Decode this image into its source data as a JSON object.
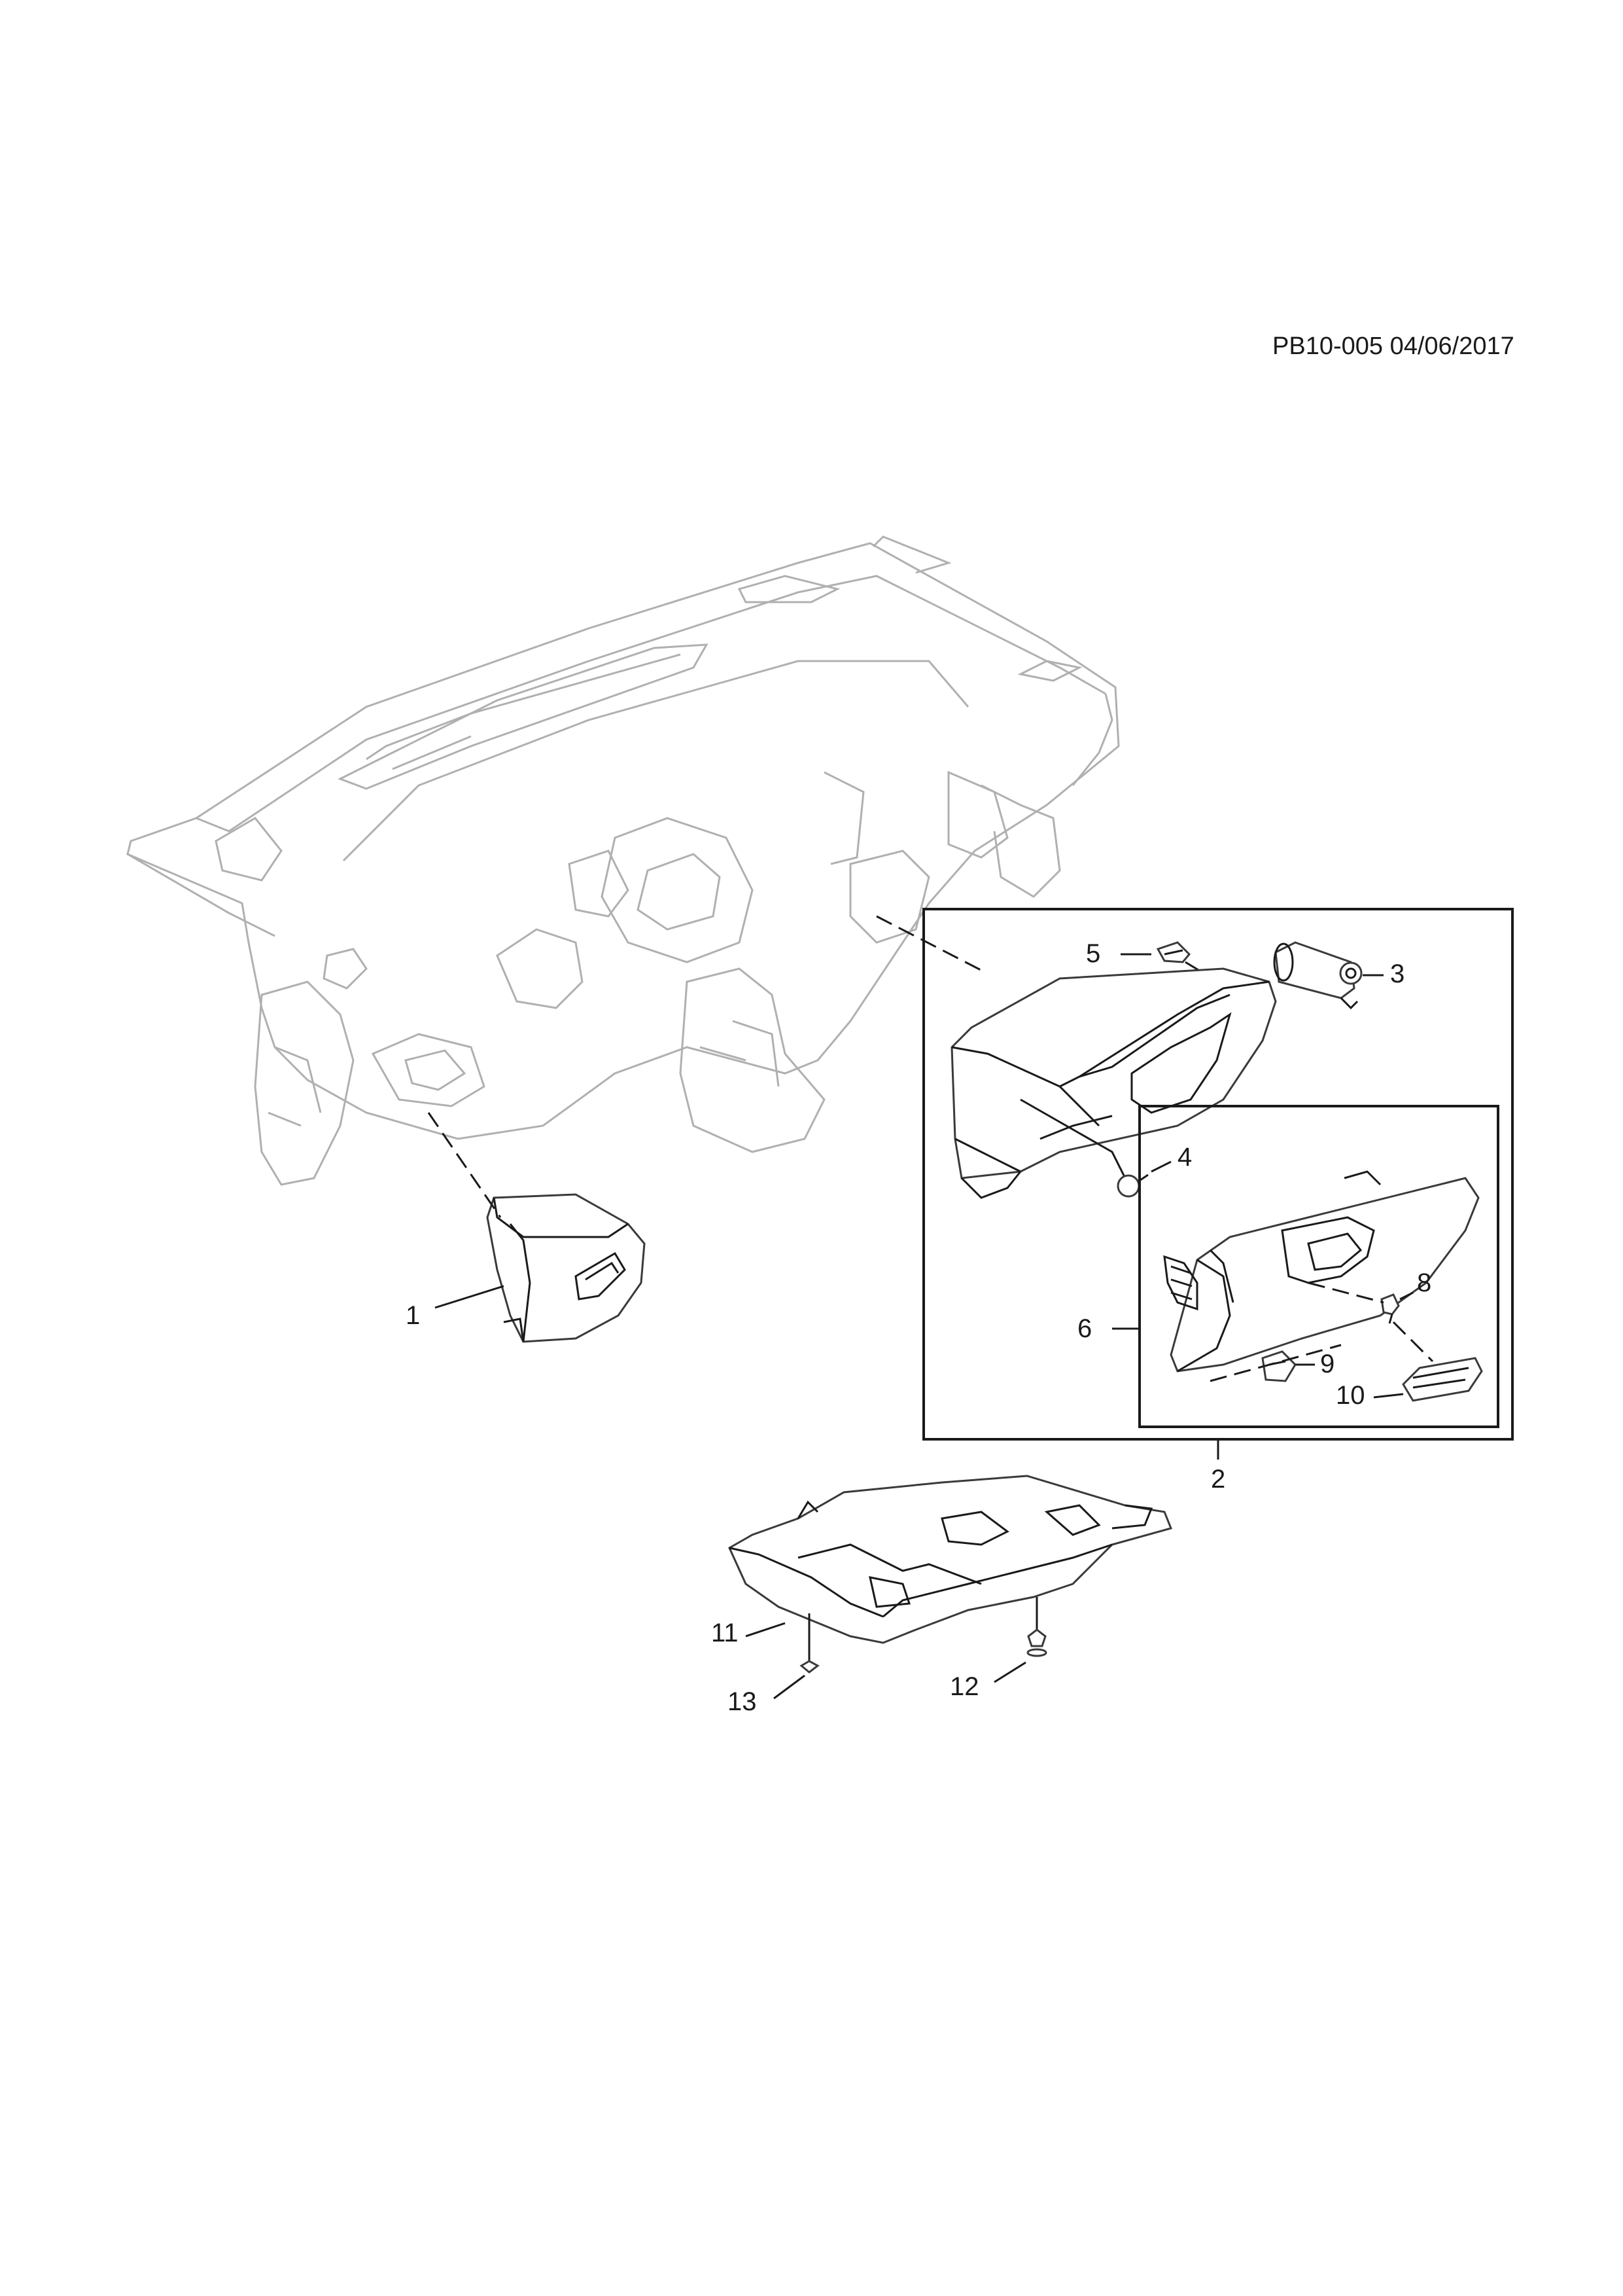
{
  "reference": "PB10-005 04/06/2017",
  "callouts": {
    "c1": "1",
    "c2": "2",
    "c3": "3",
    "c4": "4",
    "c5": "5",
    "c6": "6",
    "c7": "8",
    "c8": "9",
    "c9": "10",
    "c10": "11",
    "c11": "12",
    "c12": "13"
  },
  "colors": {
    "line": "#1a1a1a",
    "ghost": "#b0b0b0",
    "background": "#ffffff"
  }
}
